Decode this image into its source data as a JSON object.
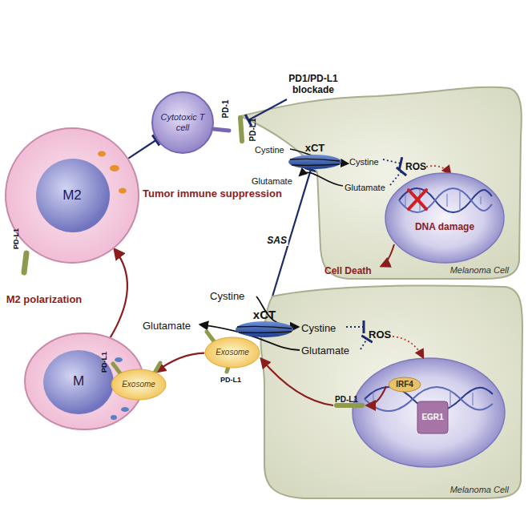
{
  "diagram": {
    "nodes": [
      {
        "text": [
          "Cytotoxic T cell"
        ]
      },
      {
        "text": [
          "M2"
        ]
      },
      {
        "text": [
          "Melanoma Cell"
        ]
      },
      {
        "text": [
          "xCT"
        ]
      },
      {
        "text": [
          "DNA damage"
        ],
        "in": 2
      },
      {
        "text": [
          "Melanoma Cell"
        ]
      },
      {
        "text": [
          "xCT"
        ]
      },
      {
        "text": [
          "IRF4"
        ],
        "in": 5
      },
      {
        "text": [
          "EGR1"
        ],
        "in": 5
      },
      {
        "text": [
          "Exosome"
        ]
      },
      {
        "text": [
          "M"
        ]
      },
      {
        "text": [
          "Exosome"
        ]
      }
    ],
    "edges": [
      {
        "from": 1,
        "to": 0,
        "arrow": "to"
      },
      {
        "from": 6,
        "to": 3,
        "label": "SAS",
        "arrow": "to"
      },
      {
        "from": 9,
        "to": 11,
        "arrow": "to"
      },
      {
        "from": 10,
        "to": 1,
        "label": "M2 polarization",
        "arrow": "to"
      }
    ],
    "labels": [
      "PD1/PD-L1 blockade",
      "PD-1",
      "PD-L1",
      "Cystine",
      "Glutamate",
      "Cystine",
      "Glutamate",
      "ROS",
      "Cell Death",
      "Tumor immune suppression",
      "Cystine",
      "Glutamate",
      "Cystine",
      "Glutamate",
      "ROS",
      "PD-L1",
      "PD-L1",
      "PD-L1",
      "PD-L1"
    ]
  }
}
